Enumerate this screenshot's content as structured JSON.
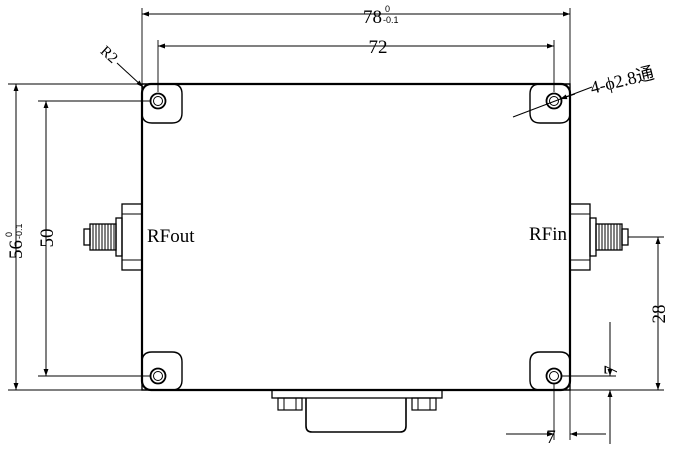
{
  "dimensions": {
    "overall_width": {
      "value": "78",
      "tol_upper": "0",
      "tol_lower": "-0.1"
    },
    "hole_spacing_width": "72",
    "overall_height": {
      "value": "56",
      "tol_upper": "0",
      "tol_lower": "-0.1"
    },
    "hole_spacing_height": "50",
    "connector_height": "28",
    "hole_offset_vertical": "7",
    "hole_offset_horizontal": "7",
    "corner_radius": "R2",
    "hole_callout": "4-ϕ2.8通"
  },
  "ports": {
    "output": "RFout",
    "input": "RFin"
  }
}
